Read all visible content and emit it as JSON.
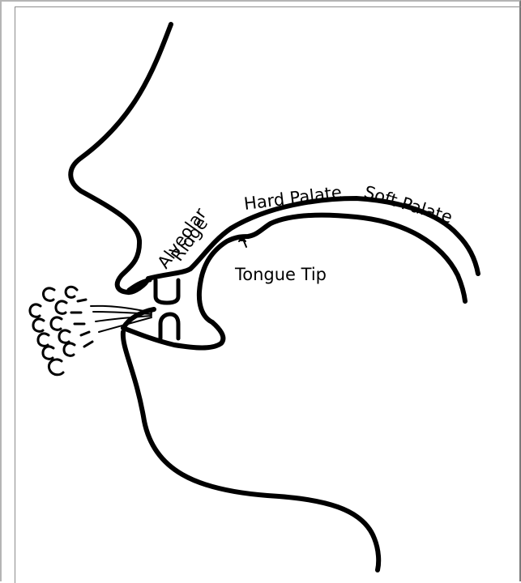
{
  "diagram": {
    "labels": {
      "alveolar_line1": "Alveolar",
      "alveolar_line2": "Ridge",
      "hard_palate": "Hard Palate",
      "soft_palate": "Soft Palate",
      "tongue_tip": "Tongue Tip"
    },
    "colors": {
      "stroke": "#000000",
      "background": "#ffffff"
    }
  }
}
